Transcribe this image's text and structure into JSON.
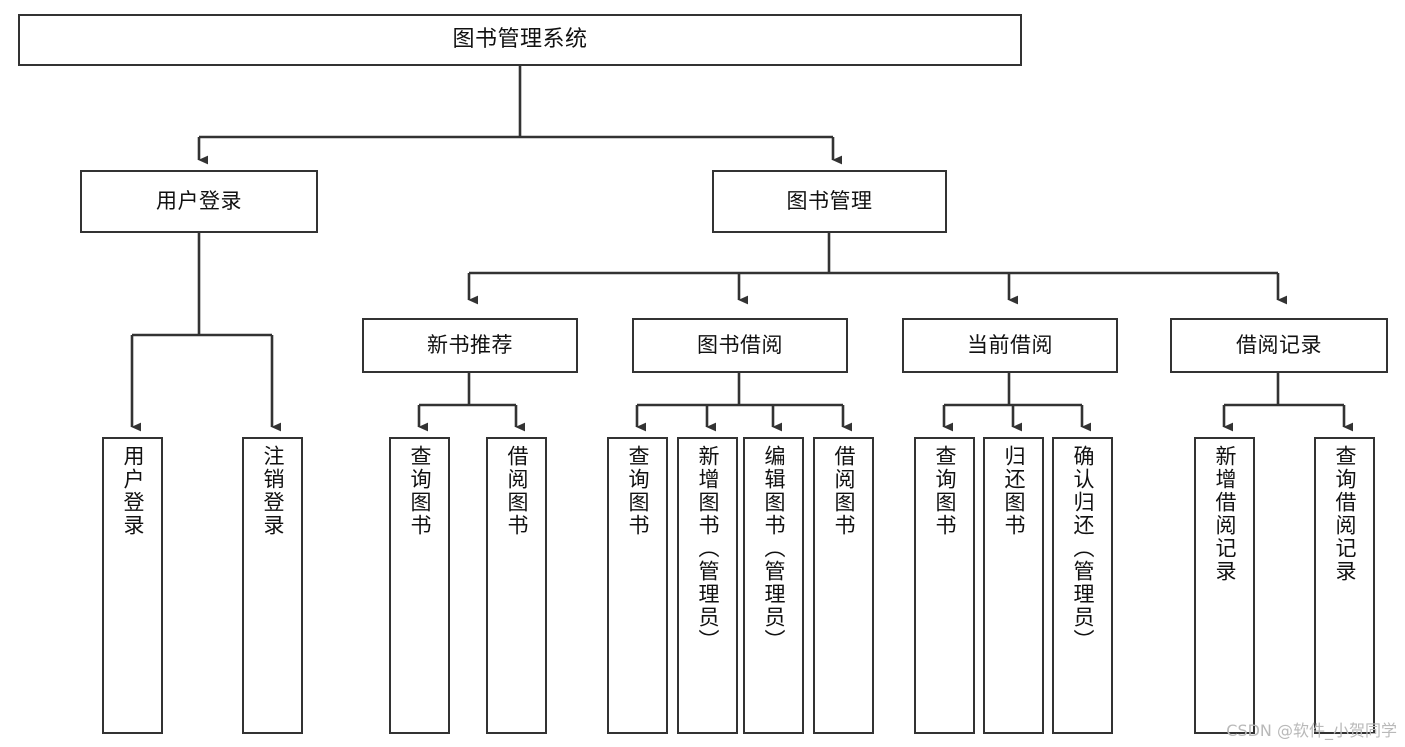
{
  "diagram": {
    "title": "图书管理系统",
    "type": "function-structure-tree",
    "watermark": "CSDN @软件_小贺同学",
    "colors": {
      "border": "#333333",
      "fill": "#ffffff",
      "connector": "#333333",
      "background": "#ffffff",
      "watermark": "#b9b9b9"
    },
    "levels": [
      {
        "level": 1,
        "nodes": [
          {
            "id": "root",
            "label": "图书管理系统",
            "orientation": "horizontal"
          }
        ]
      },
      {
        "level": 2,
        "nodes": [
          {
            "id": "user-login",
            "label": "用户登录",
            "orientation": "horizontal",
            "parent": "root"
          },
          {
            "id": "book-manage",
            "label": "图书管理",
            "orientation": "horizontal",
            "parent": "root"
          }
        ]
      },
      {
        "level": 3,
        "nodes": [
          {
            "id": "new-book-recommend",
            "label": "新书推荐",
            "orientation": "horizontal",
            "parent": "book-manage"
          },
          {
            "id": "book-borrow",
            "label": "图书借阅",
            "orientation": "horizontal",
            "parent": "book-manage"
          },
          {
            "id": "current-borrow",
            "label": "当前借阅",
            "orientation": "horizontal",
            "parent": "book-manage"
          },
          {
            "id": "borrow-record",
            "label": "借阅记录",
            "orientation": "horizontal",
            "parent": "book-manage"
          }
        ]
      },
      {
        "level": 4,
        "nodes": [
          {
            "id": "leaf-user-login",
            "label": "用户登录",
            "orientation": "vertical",
            "parent": "user-login"
          },
          {
            "id": "leaf-logout-login",
            "label": "注销登录",
            "orientation": "vertical",
            "parent": "user-login"
          },
          {
            "id": "leaf-query-book-1",
            "label": "查询图书",
            "orientation": "vertical",
            "parent": "new-book-recommend"
          },
          {
            "id": "leaf-borrow-book-1",
            "label": "借阅图书",
            "orientation": "vertical",
            "parent": "new-book-recommend"
          },
          {
            "id": "leaf-query-book-2",
            "label": "查询图书",
            "orientation": "vertical",
            "parent": "book-borrow"
          },
          {
            "id": "leaf-add-book",
            "label": "新增图书（管理员）",
            "orientation": "vertical",
            "parent": "book-borrow"
          },
          {
            "id": "leaf-edit-book",
            "label": "编辑图书（管理员）",
            "orientation": "vertical",
            "parent": "book-borrow"
          },
          {
            "id": "leaf-borrow-book-2",
            "label": "借阅图书",
            "orientation": "vertical",
            "parent": "book-borrow"
          },
          {
            "id": "leaf-query-book-3",
            "label": "查询图书",
            "orientation": "vertical",
            "parent": "current-borrow"
          },
          {
            "id": "leaf-return-book",
            "label": "归还图书",
            "orientation": "vertical",
            "parent": "current-borrow"
          },
          {
            "id": "leaf-confirm-return",
            "label": "确认归还（管理员）",
            "orientation": "vertical",
            "parent": "current-borrow"
          },
          {
            "id": "leaf-add-record",
            "label": "新增借阅记录",
            "orientation": "vertical",
            "parent": "borrow-record"
          },
          {
            "id": "leaf-query-record",
            "label": "查询借阅记录",
            "orientation": "vertical",
            "parent": "borrow-record"
          }
        ]
      }
    ]
  }
}
